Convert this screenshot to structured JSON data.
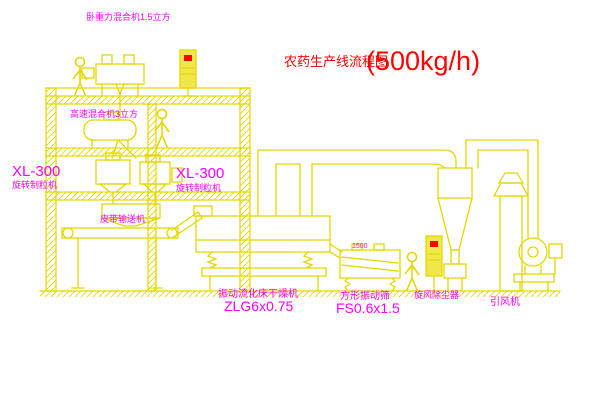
{
  "title": {
    "text": "农药生产线流程图",
    "capacity": "(500kg/h)"
  },
  "labels": {
    "gravity_mixer": "卧重力混合机1.5立方",
    "highspeed_mixer": "高速混合机3立方",
    "granulator_left_model": "XL-300",
    "granulator_left_name": "旋转制粒机",
    "granulator_mid_model": "XL-300",
    "granulator_mid_name": "旋转制粒机",
    "belt_conveyor": "皮带输送机",
    "dryer_name": "振动流化床干燥机",
    "dryer_model": "ZLG6x0.75",
    "sieve_dim": "1500",
    "sieve_name": "方形振动筛",
    "sieve_model": "FS0.6x1.5",
    "cyclone": "旋风除尘器",
    "fan": "引风机"
  },
  "colors": {
    "line": "#e3d800",
    "label": "#ff00ff",
    "title": "#ff0000",
    "panel_fill": "#f0e84a",
    "background": "#ffffff"
  }
}
